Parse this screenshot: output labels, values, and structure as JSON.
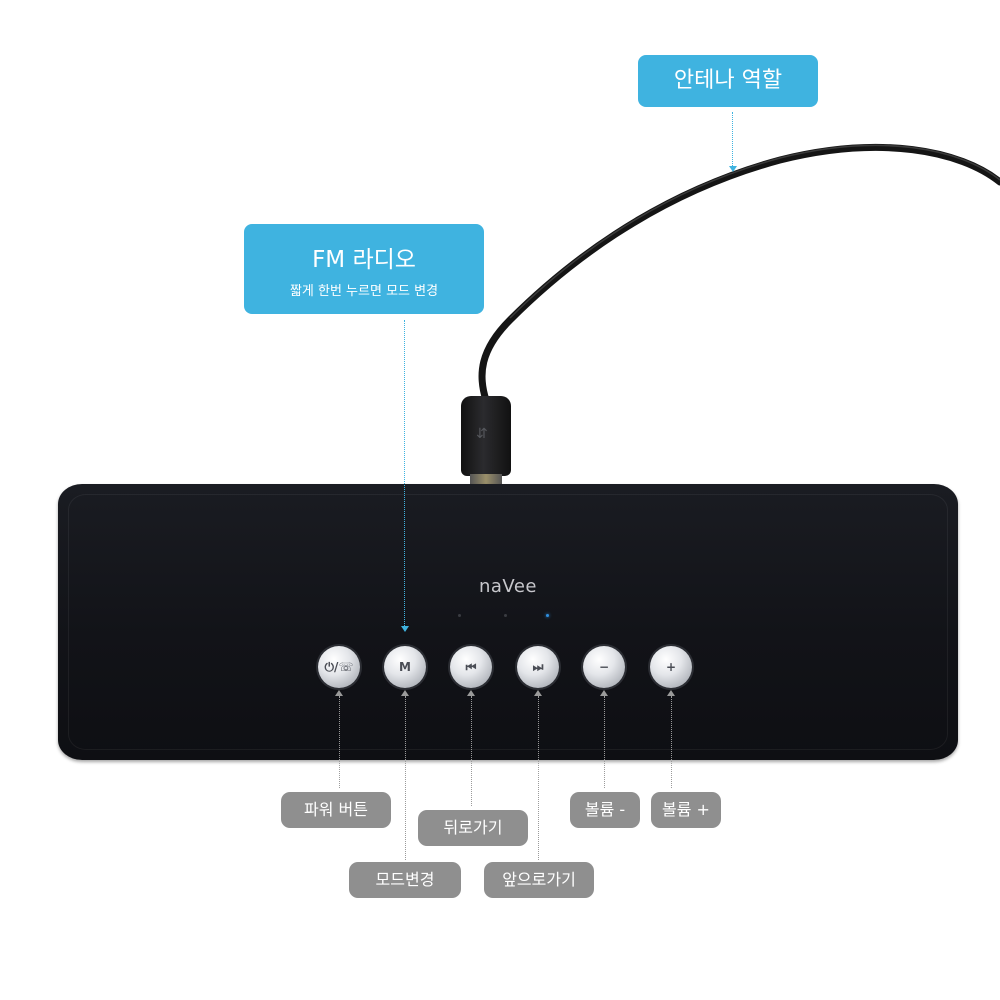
{
  "callouts": {
    "antenna": "안테나 역할",
    "fm_title": "FM 라디오",
    "fm_subtitle": "짧게 한번 누르면 모드 변경"
  },
  "device": {
    "brand": "naVee",
    "buttons": [
      {
        "name": "power",
        "glyph": "⏻/☏"
      },
      {
        "name": "mode",
        "glyph": "M"
      },
      {
        "name": "previous",
        "glyph": "⏮"
      },
      {
        "name": "next",
        "glyph": "⏭"
      },
      {
        "name": "volume-down",
        "glyph": "−"
      },
      {
        "name": "volume-up",
        "glyph": "+"
      }
    ]
  },
  "labels": {
    "power": "파워 버튼",
    "mode": "모드변경",
    "previous": "뒤로가기",
    "next": "앞으로가기",
    "volume_down": "볼륨 -",
    "volume_up": "볼륨 +"
  },
  "colors": {
    "callout_blue": "#3fb3e0",
    "tag_gray": "#8f8f8f",
    "speaker_body": "#15171c",
    "led_blue": "#2f8fe0"
  }
}
